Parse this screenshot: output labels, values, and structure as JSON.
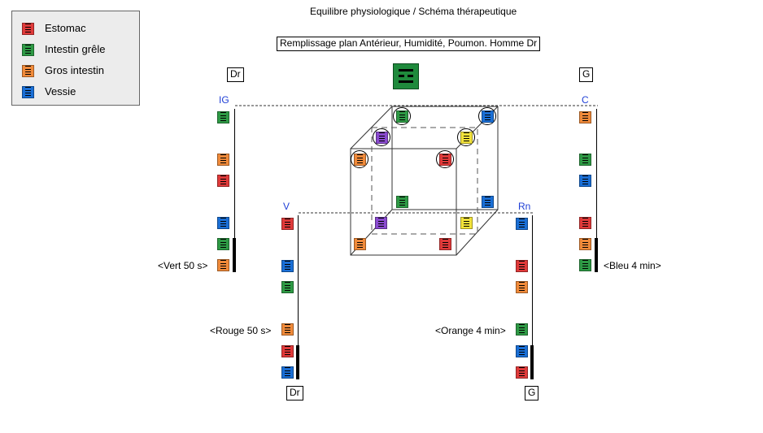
{
  "title": "Equilibre physiologique / Schéma thérapeutique",
  "subtitle": "Remplissage plan Antérieur, Humidité, Poumon. Homme Dr",
  "colors": {
    "estomac": "#e03a3a",
    "intestin_grele": "#2e9a45",
    "gros_intestin": "#f08a3a",
    "vessie": "#1a6fd6",
    "violet": "#8a4ad0",
    "jaune": "#f2e23a",
    "label_blue": "#1f3fd6"
  },
  "legend": [
    {
      "label": "Estomac",
      "color": "#e03a3a"
    },
    {
      "label": "Intestin grêle",
      "color": "#2e9a45"
    },
    {
      "label": "Gros intestin",
      "color": "#f08a3a"
    },
    {
      "label": "Vessie",
      "color": "#1a6fd6"
    }
  ],
  "boxes": {
    "top_left": "Dr",
    "top_right": "G",
    "bottom_left": "Dr",
    "bottom_right": "G"
  },
  "axis_labels": {
    "ig": "IG",
    "c": "C",
    "v": "V",
    "rn": "Rn"
  },
  "annotations": {
    "vert": "<Vert 50 s>",
    "bleu": "<Bleu 4 min>",
    "rouge": "<Rouge 50 s>",
    "orange": "<Orange 4 min>"
  }
}
